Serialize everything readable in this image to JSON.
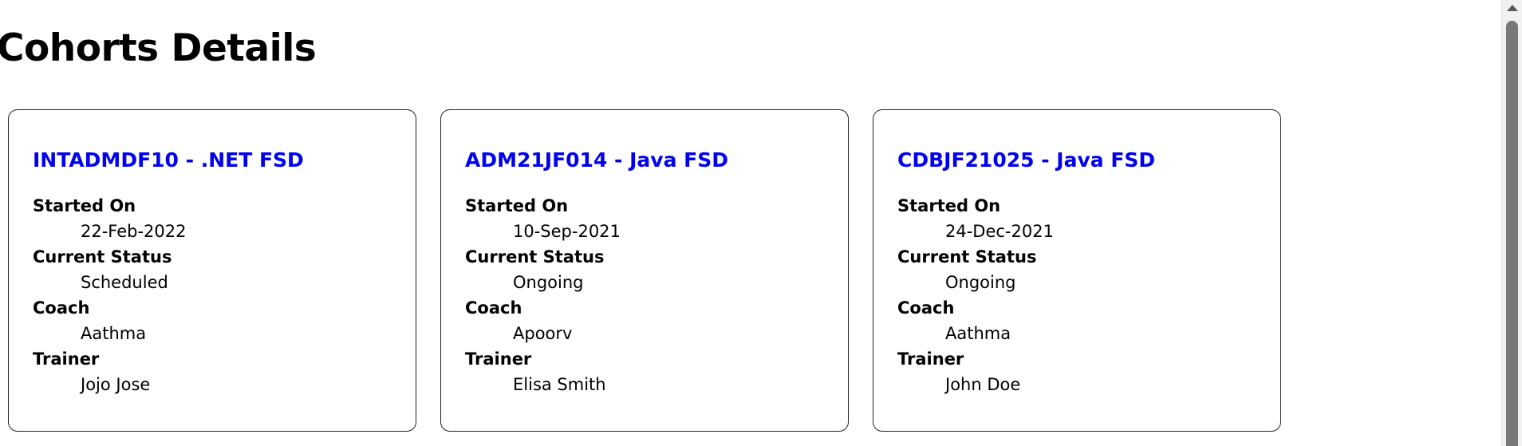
{
  "page": {
    "title": "Cohorts Details"
  },
  "cohorts": [
    {
      "title": "INTADMDF10 - .NET FSD",
      "started_on_label": "Started On",
      "started_on": "22-Feb-2022",
      "status_label": "Current Status",
      "status": "Scheduled",
      "coach_label": "Coach",
      "coach": "Aathma",
      "trainer_label": "Trainer",
      "trainer": "Jojo Jose"
    },
    {
      "title": "ADM21JF014 - Java FSD",
      "started_on_label": "Started On",
      "started_on": "10-Sep-2021",
      "status_label": "Current Status",
      "status": "Ongoing",
      "coach_label": "Coach",
      "coach": "Apoorv",
      "trainer_label": "Trainer",
      "trainer": "Elisa Smith"
    },
    {
      "title": "CDBJF21025 - Java FSD",
      "started_on_label": "Started On",
      "started_on": "24-Dec-2021",
      "status_label": "Current Status",
      "status": "Ongoing",
      "coach_label": "Coach",
      "coach": "Aathma",
      "trainer_label": "Trainer",
      "trainer": "John Doe"
    }
  ],
  "colors": {
    "card_title": "#0000ee",
    "card_border": "#222222",
    "background": "#ffffff"
  },
  "icons": {
    "scroll_up": "scroll-up-arrow-icon"
  }
}
